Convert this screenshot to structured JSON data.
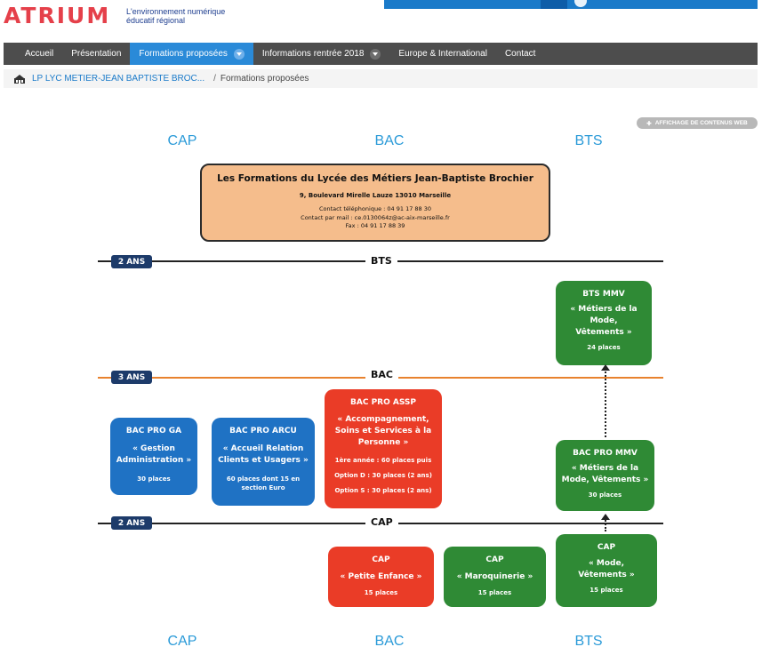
{
  "header": {
    "logo": "ATRIUM",
    "tagline_line1": "L'environnement numérique",
    "tagline_line2": "éducatif régional"
  },
  "nav": {
    "items": [
      "Accueil",
      "Présentation",
      "Formations proposées",
      "Informations rentrée 2018",
      "Europe & International",
      "Contact"
    ]
  },
  "breadcrumb": {
    "school": "LP LYC METIER-JEAN BAPTISTE BROC...",
    "separator": "/",
    "current": "Formations proposées"
  },
  "badge": "AFFICHAGE DE CONTENUS WEB",
  "columns_top": [
    "CAP",
    "BAC",
    "BTS"
  ],
  "columns_bottom": [
    "CAP",
    "BAC",
    "BTS"
  ],
  "info": {
    "title": "Les Formations du Lycée des Métiers Jean-Baptiste Brochier",
    "address": "9, Boulevard Mirelle Lauze 13010 Marseille",
    "phone": "Contact téléphonique : 04 91 17 88 30",
    "mail": "Contact par mail : ce.0130064z@ac-aix-marseille.fr",
    "fax": "Fax : 04 91 17 88 39"
  },
  "levels": {
    "bts": {
      "duration": "2 ANS",
      "label": "BTS"
    },
    "bac": {
      "duration": "3 ANS",
      "label": "BAC"
    },
    "cap": {
      "duration": "2 ANS",
      "label": "CAP"
    }
  },
  "boxes": {
    "bts_mmv": {
      "title": "BTS MMV",
      "desc1": "« Métiers de la",
      "desc2": "Mode,",
      "desc3": "Vêtements »",
      "places": "24 places"
    },
    "bac_ga": {
      "title": "BAC PRO GA",
      "desc1": "« Gestion",
      "desc2": "Administration »",
      "places": "30 places"
    },
    "bac_arcu": {
      "title": "BAC PRO ARCU",
      "desc1": "« Accueil Relation",
      "desc2": "Clients et Usagers »",
      "places1": "60 places dont 15 en",
      "places2": "section Euro"
    },
    "bac_assp": {
      "title": "BAC PRO ASSP",
      "desc1": "« Accompagnement,",
      "desc2": "Soins et Services à la",
      "desc3": "Personne »",
      "first_year": "1ère année : 60 places puis",
      "option_d": "Option D : 30 places (2 ans)",
      "option_s": "Option S : 30 places (2 ans)"
    },
    "bac_mmv": {
      "title": "BAC PRO MMV",
      "desc1": "« Métiers de la",
      "desc2": "Mode, Vêtements »",
      "places": "30 places"
    },
    "cap_pe": {
      "title": "CAP",
      "desc1": "« Petite Enfance »",
      "places": "15 places"
    },
    "cap_maro": {
      "title": "CAP",
      "desc1": "« Maroquinerie »",
      "places": "15 places"
    },
    "cap_mode": {
      "title": "CAP",
      "desc1": "« Mode,",
      "desc2": "Vêtements »",
      "places": "15 places"
    }
  },
  "colors": {
    "accent": "#2a8ad8",
    "cap_red": "#ea3c27",
    "bac_blue": "#1f72c4",
    "green": "#2f8a35",
    "navy": "#1d3b6a"
  }
}
